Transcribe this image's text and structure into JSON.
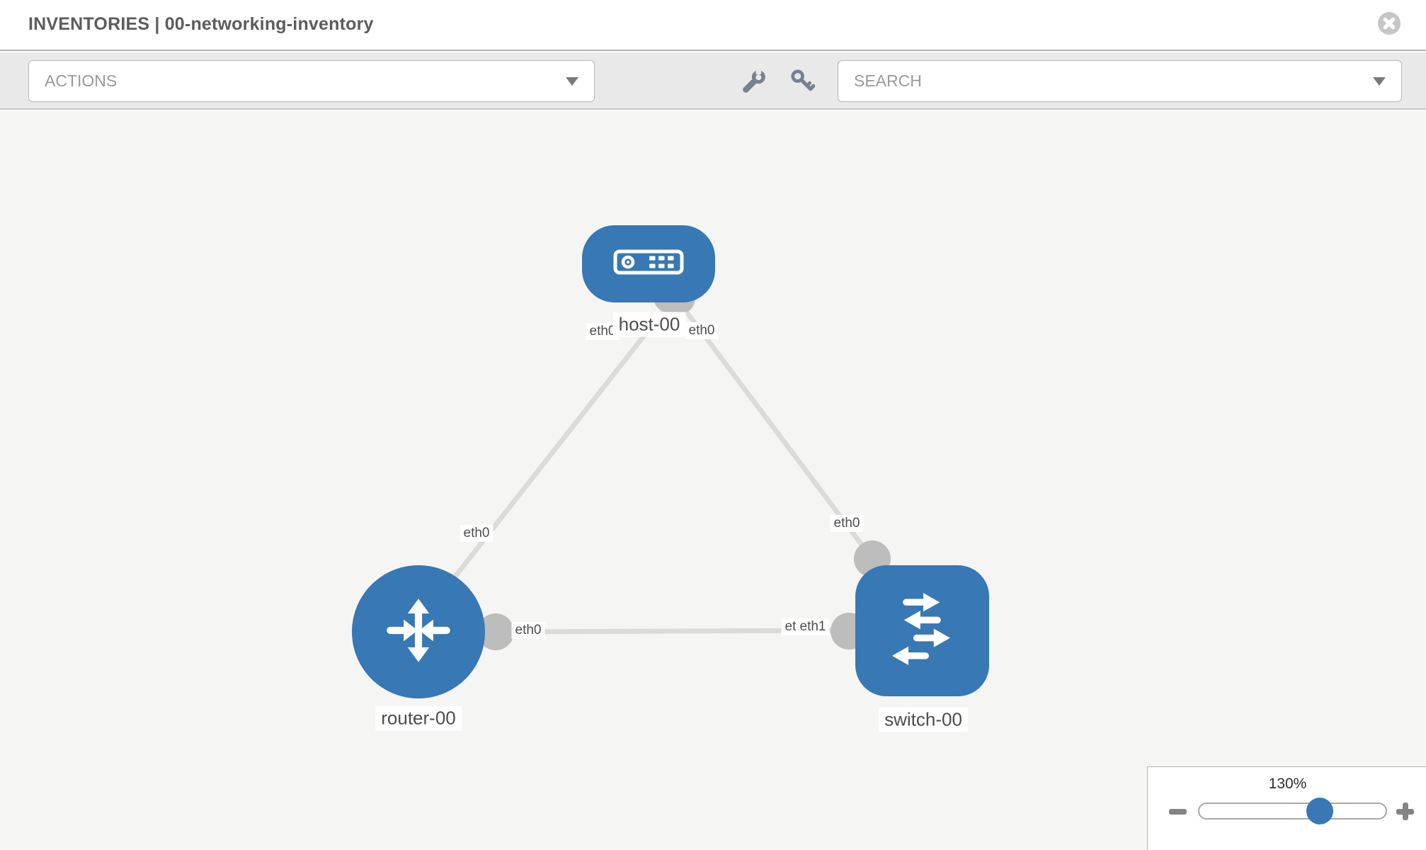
{
  "header": {
    "title": "INVENTORIES | 00-networking-inventory",
    "close_icon": "times-circle-icon"
  },
  "toolbar": {
    "actions_label": "ACTIONS",
    "search_label": "SEARCH",
    "icons": [
      "wrench-icon",
      "key-icon",
      "chevron-down-icon"
    ]
  },
  "topology": {
    "nodes": [
      {
        "name": "host-00",
        "type": "host",
        "icon": "host-icon"
      },
      {
        "name": "router-00",
        "type": "router",
        "icon": "router-icon"
      },
      {
        "name": "switch-00",
        "type": "switch",
        "icon": "switch-icon"
      }
    ],
    "links": [
      {
        "from": "host-00",
        "to": "router-00",
        "from_interface": "eth0",
        "to_interface": "eth0"
      },
      {
        "from": "host-00",
        "to": "switch-00",
        "from_interface": "eth0",
        "to_interface": "eth0"
      },
      {
        "from": "router-00",
        "to": "switch-00",
        "from_interface": "eth0",
        "to_interface": "eth1",
        "to_interface_overlapped": "eth0"
      }
    ]
  },
  "zoom_control": {
    "level": "130%",
    "slider_percent": 64,
    "icons": [
      "minus-icon",
      "plus-icon"
    ]
  },
  "colors": {
    "node_blue": "#3778b5",
    "link_gray": "#dbdbdb",
    "connector_gray": "#bdbdbd",
    "toolbar_bg": "#e9e9e9",
    "canvas_bg": "#f5f5f4"
  }
}
